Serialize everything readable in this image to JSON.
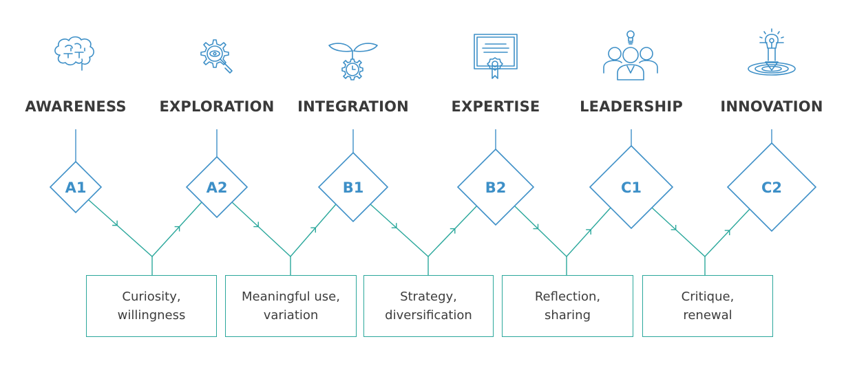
{
  "stages": [
    {
      "title": "AWARENESS",
      "level": "A1",
      "icon": "brain-icon"
    },
    {
      "title": "EXPLORATION",
      "level": "A2",
      "icon": "gear-magnifier-icon"
    },
    {
      "title": "INTEGRATION",
      "level": "B1",
      "icon": "sprout-gear-icon"
    },
    {
      "title": "EXPERTISE",
      "level": "B2",
      "icon": "certificate-icon"
    },
    {
      "title": "LEADERSHIP",
      "level": "C1",
      "icon": "group-lightbulb-icon"
    },
    {
      "title": "INNOVATION",
      "level": "C2",
      "icon": "lightbulb-target-icon"
    }
  ],
  "transitions": [
    {
      "line1": "Curiosity,",
      "line2": "willingness"
    },
    {
      "line1": "Meaningful use,",
      "line2": "variation"
    },
    {
      "line1": "Strategy,",
      "line2": "diversification"
    },
    {
      "line1": "Reflection,",
      "line2": "sharing"
    },
    {
      "line1": "Critique,",
      "line2": "renewal"
    }
  ],
  "colors": {
    "icon_and_diamond": "#3d8fc7",
    "connector": "#2aa79b",
    "title_text": "#3a3a3a",
    "body_text": "#3c3c3c"
  }
}
